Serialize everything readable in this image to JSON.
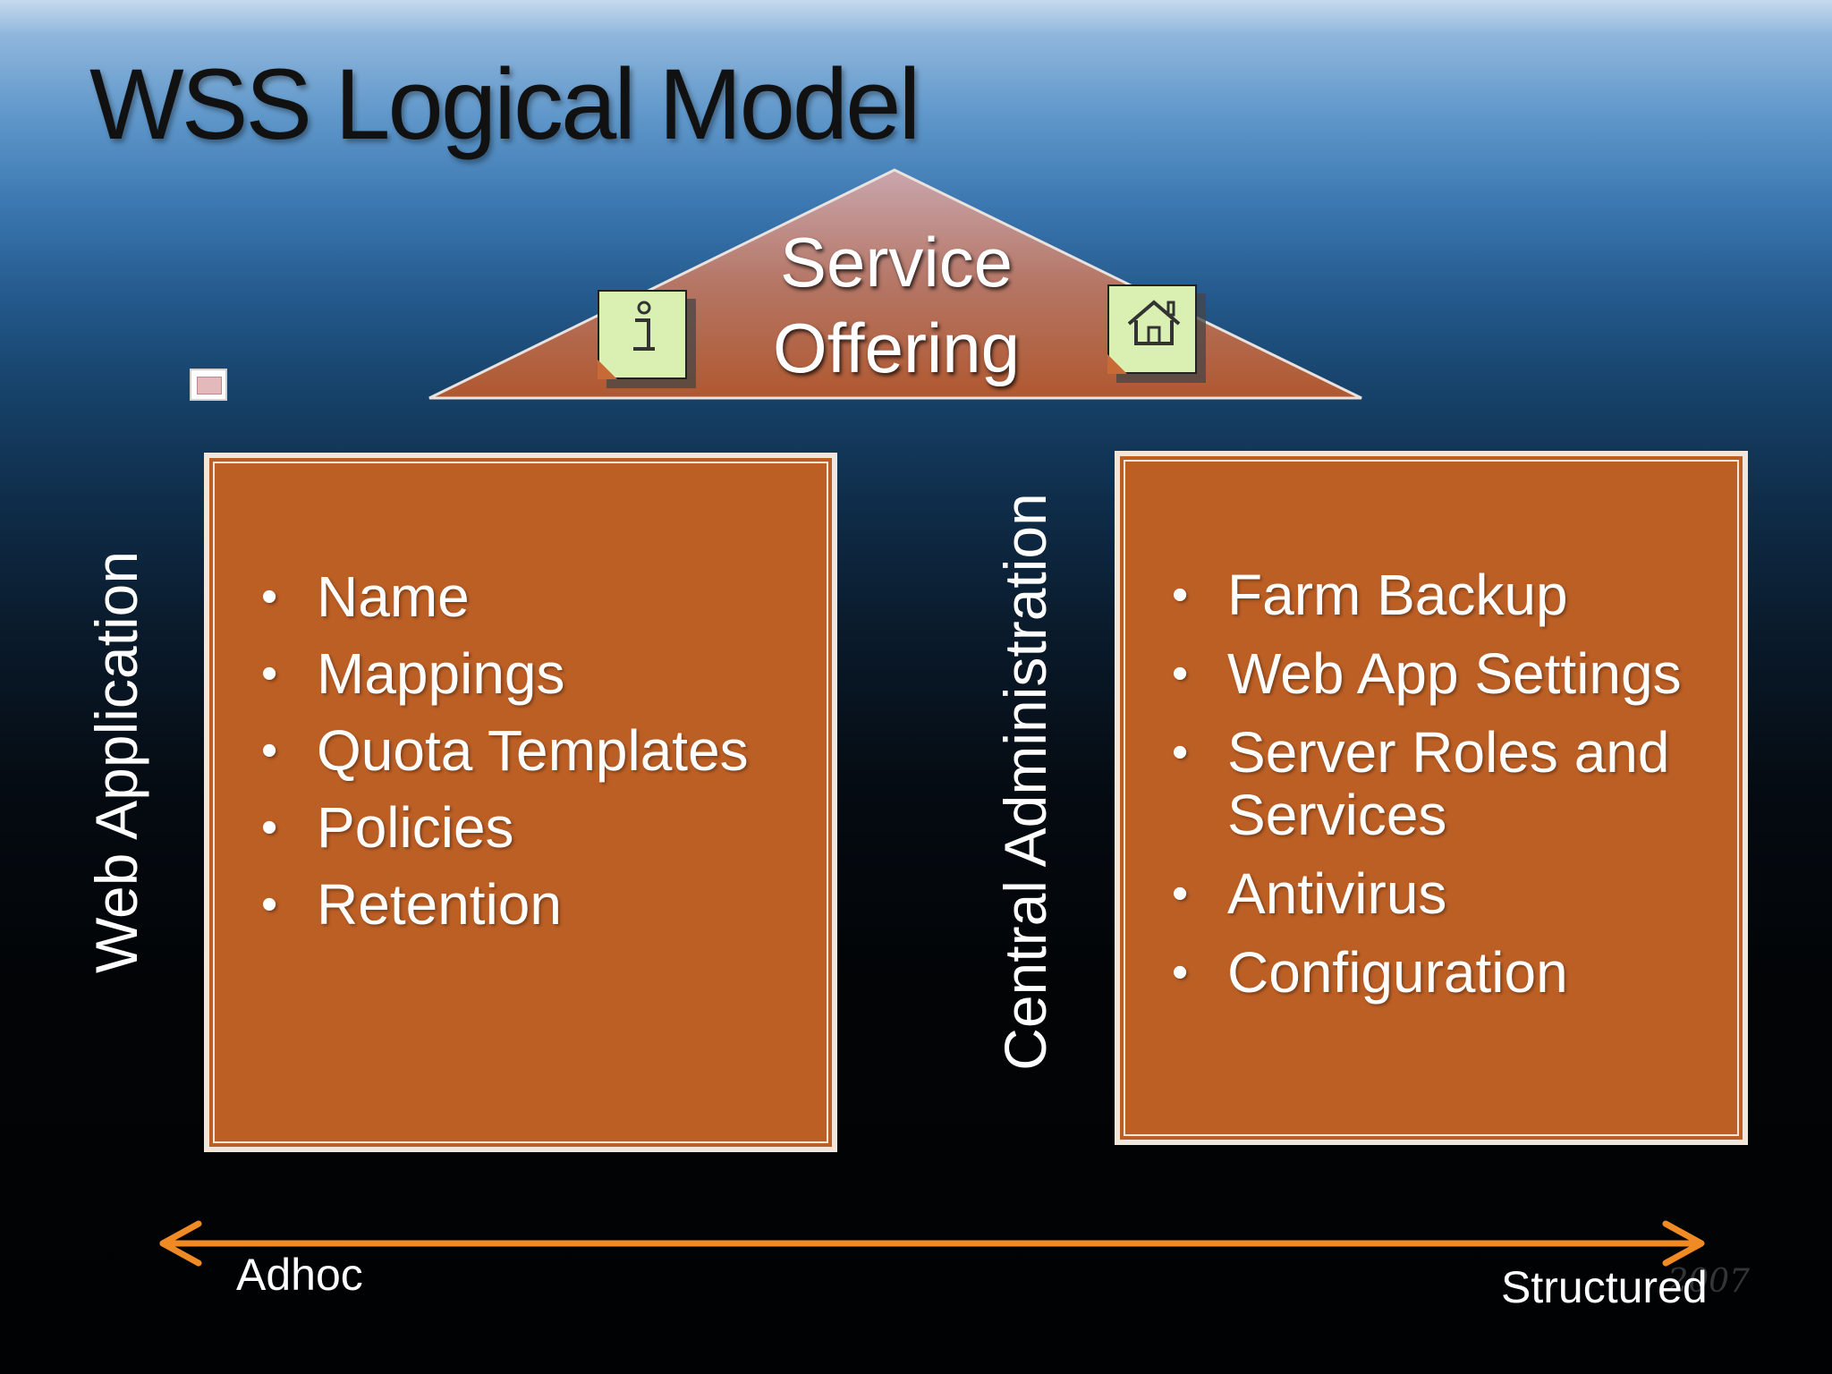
{
  "slide": {
    "title": "WSS Logical Model",
    "roof": {
      "line1": "Service",
      "line2": "Offering"
    },
    "icons": [
      "info-icon",
      "home-icon"
    ],
    "left": {
      "label": "Web Application",
      "items": [
        "Name",
        "Mappings",
        "Quota Templates",
        "Policies",
        "Retention"
      ]
    },
    "right": {
      "label": "Central Administration",
      "items": [
        "Farm Backup",
        "Web App Settings",
        "Server Roles and Services",
        "Antivirus",
        "Configuration"
      ]
    },
    "axis": {
      "left_label": "Adhoc",
      "right_label": "Structured"
    },
    "watermark": "2007"
  },
  "colors": {
    "panel": "#bc5f25",
    "roof": "#b87060",
    "arrow": "#f08a24",
    "note": "#d9f0b2"
  }
}
